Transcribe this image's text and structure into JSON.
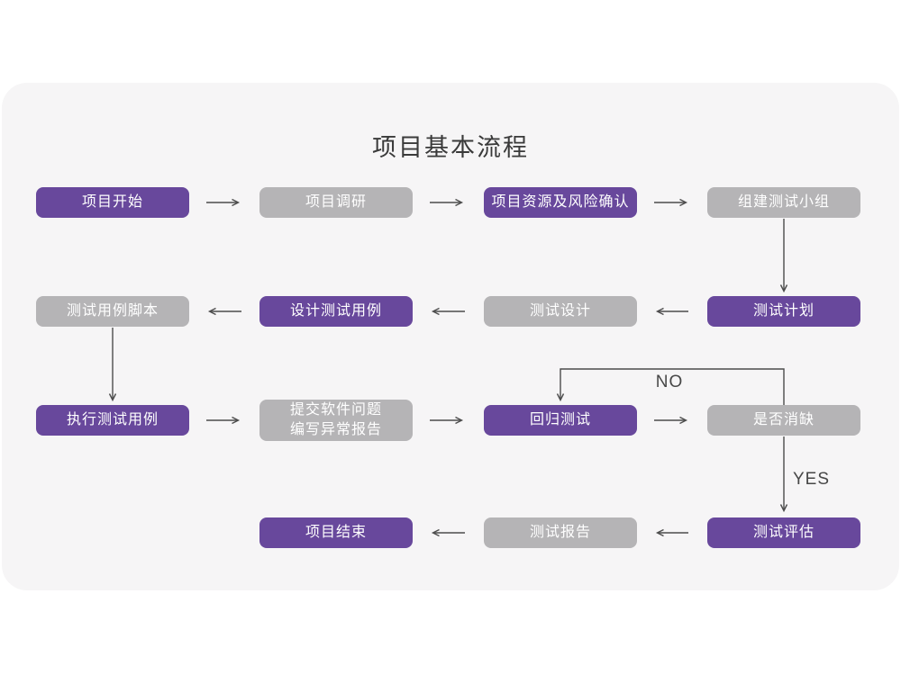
{
  "title": "项目基本流程",
  "edge_labels": {
    "no": "NO",
    "yes": "YES"
  },
  "colors": {
    "highlight_box": "#68489c",
    "normal_box": "#b5b4b6",
    "card_background": "#f6f5f6",
    "page_background": "#ffffff",
    "arrow": "#4c4c4c",
    "title_text": "#3a3a3a",
    "box_text": "#ffffff"
  },
  "nodes": {
    "start": {
      "label": "项目开始",
      "type": "highlight"
    },
    "research": {
      "label": "项目调研",
      "type": "normal"
    },
    "risk_confirm": {
      "label": "项目资源及风险确认",
      "type": "highlight"
    },
    "build_team": {
      "label": "组建测试小组",
      "type": "normal"
    },
    "test_plan": {
      "label": "测试计划",
      "type": "highlight"
    },
    "test_design": {
      "label": "测试设计",
      "type": "normal"
    },
    "design_cases": {
      "label": "设计测试用例",
      "type": "highlight"
    },
    "case_script": {
      "label": "测试用例脚本",
      "type": "normal"
    },
    "execute_cases": {
      "label": "执行测试用例",
      "type": "highlight"
    },
    "submit_issues": {
      "label": "提交软件问题\n编写异常报告",
      "type": "normal"
    },
    "regression": {
      "label": "回归测试",
      "type": "highlight"
    },
    "defect_cleared": {
      "label": "是否消缺",
      "type": "normal"
    },
    "evaluate": {
      "label": "测试评估",
      "type": "highlight"
    },
    "test_report": {
      "label": "测试报告",
      "type": "normal"
    },
    "end": {
      "label": "项目结束",
      "type": "highlight"
    }
  },
  "edges": [
    {
      "from": "项目开始",
      "to": "项目调研"
    },
    {
      "from": "项目调研",
      "to": "项目资源及风险确认"
    },
    {
      "from": "项目资源及风险确认",
      "to": "组建测试小组"
    },
    {
      "from": "组建测试小组",
      "to": "测试计划"
    },
    {
      "from": "测试计划",
      "to": "测试设计"
    },
    {
      "from": "测试设计",
      "to": "设计测试用例"
    },
    {
      "from": "设计测试用例",
      "to": "测试用例脚本"
    },
    {
      "from": "测试用例脚本",
      "to": "执行测试用例"
    },
    {
      "from": "执行测试用例",
      "to": "提交软件问题 编写异常报告"
    },
    {
      "from": "提交软件问题 编写异常报告",
      "to": "回归测试"
    },
    {
      "from": "回归测试",
      "to": "是否消缺"
    },
    {
      "from": "是否消缺",
      "to": "回归测试",
      "label": "NO"
    },
    {
      "from": "是否消缺",
      "to": "测试评估",
      "label": "YES"
    },
    {
      "from": "测试评估",
      "to": "测试报告"
    },
    {
      "from": "测试报告",
      "to": "项目结束"
    }
  ]
}
